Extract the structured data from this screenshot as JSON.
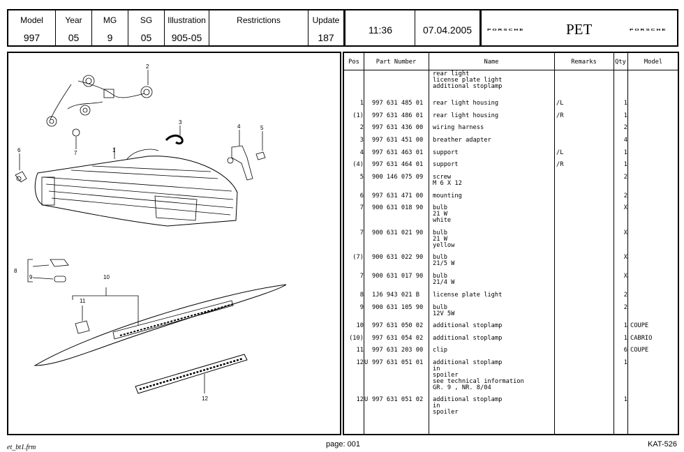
{
  "header": {
    "model_label": "Model",
    "model": "997",
    "year_label": "Year",
    "year": "05",
    "mg_label": "MG",
    "mg": "9",
    "sg_label": "SG",
    "sg": "05",
    "illustration_label": "Illustration",
    "illustration": "905-05",
    "restrictions_label": "Restrictions",
    "update_label": "Update",
    "update": "187",
    "time": "11:36",
    "date": "07.04.2005",
    "brand_left": "PORSCHE",
    "app_name": "PET",
    "brand_right": "PORSCHE"
  },
  "table": {
    "headers": {
      "pos": "Pos",
      "part": "Part Number",
      "name": "Name",
      "remarks": "Remarks",
      "qty": "Qty",
      "model": "Model"
    },
    "intro_lines": [
      "rear light",
      "license plate light",
      "additional stoplamp"
    ],
    "rows": [
      {
        "pos": "1",
        "u": "",
        "part": "997 631 485 01",
        "name": [
          "rear light housing"
        ],
        "remarks": "/L",
        "qty": "1",
        "model": ""
      },
      {
        "pos": "(1)",
        "u": "",
        "part": "997 631 486 01",
        "name": [
          "rear light housing"
        ],
        "remarks": "/R",
        "qty": "1",
        "model": ""
      },
      {
        "pos": "2",
        "u": "",
        "part": "997 631 436 00",
        "name": [
          "wiring harness"
        ],
        "remarks": "",
        "qty": "2",
        "model": ""
      },
      {
        "pos": "3",
        "u": "",
        "part": "997 631 451 00",
        "name": [
          "breather adapter"
        ],
        "remarks": "",
        "qty": "4",
        "model": ""
      },
      {
        "pos": "4",
        "u": "",
        "part": "997 631 463 01",
        "name": [
          "support"
        ],
        "remarks": "/L",
        "qty": "1",
        "model": ""
      },
      {
        "pos": "(4)",
        "u": "",
        "part": "997 631 464 01",
        "name": [
          "support"
        ],
        "remarks": "/R",
        "qty": "1",
        "model": ""
      },
      {
        "pos": "5",
        "u": "",
        "part": "900 146 075 09",
        "name": [
          "screw",
          "M 6 X 12"
        ],
        "remarks": "",
        "qty": "2",
        "model": ""
      },
      {
        "pos": "6",
        "u": "",
        "part": "997 631 471 00",
        "name": [
          "mounting"
        ],
        "remarks": "",
        "qty": "2",
        "model": ""
      },
      {
        "pos": "7",
        "u": "",
        "part": "900 631 018 90",
        "name": [
          "bulb",
          "21 W",
          "white"
        ],
        "remarks": "",
        "qty": "X",
        "model": ""
      },
      {
        "pos": "7",
        "u": "",
        "part": "900 631 021 90",
        "name": [
          "bulb",
          "21 W",
          "yellow"
        ],
        "remarks": "",
        "qty": "X",
        "model": ""
      },
      {
        "pos": "(7)",
        "u": "",
        "part": "900 631 022 90",
        "name": [
          "bulb",
          "21/5 W"
        ],
        "remarks": "",
        "qty": "X",
        "model": ""
      },
      {
        "pos": "7",
        "u": "",
        "part": "900 631 017 90",
        "name": [
          "bulb",
          "21/4 W"
        ],
        "remarks": "",
        "qty": "X",
        "model": ""
      },
      {
        "pos": "8",
        "u": "",
        "part": "1J6 943 021 B",
        "name": [
          "license plate light"
        ],
        "remarks": "",
        "qty": "2",
        "model": ""
      },
      {
        "pos": "9",
        "u": "",
        "part": "900 631 105 90",
        "name": [
          "bulb",
          "12V 5W"
        ],
        "remarks": "",
        "qty": "2",
        "model": ""
      },
      {
        "pos": "10",
        "u": "",
        "part": "997 631 050 02",
        "name": [
          "additional stoplamp"
        ],
        "remarks": "",
        "qty": "1",
        "model": "COUPE"
      },
      {
        "pos": "(10)",
        "u": "",
        "part": "997 631 054 02",
        "name": [
          "additional stoplamp"
        ],
        "remarks": "",
        "qty": "1",
        "model": "CABRIO"
      },
      {
        "pos": "11",
        "u": "",
        "part": "997 631 203 00",
        "name": [
          "clip"
        ],
        "remarks": "",
        "qty": "6",
        "model": "COUPE"
      },
      {
        "pos": "12",
        "u": "U",
        "part": "997 631 051 01",
        "name": [
          "additional stoplamp",
          "in",
          "spoiler",
          "see technical information",
          "GR. 9 , NR. 8/04"
        ],
        "remarks": "",
        "qty": "1",
        "model": ""
      },
      {
        "pos": "12",
        "u": "U",
        "part": "997 631 051 02",
        "name": [
          "additional stoplamp",
          "in",
          "spoiler"
        ],
        "remarks": "",
        "qty": "1",
        "model": ""
      }
    ]
  },
  "diagram": {
    "callouts": [
      "1",
      "2",
      "3",
      "4",
      "5",
      "6",
      "7",
      "8",
      "9",
      "10",
      "11",
      "12"
    ]
  },
  "footer": {
    "left": "et_bt1.frm",
    "page": "page: 001",
    "right": "KAT-526"
  }
}
